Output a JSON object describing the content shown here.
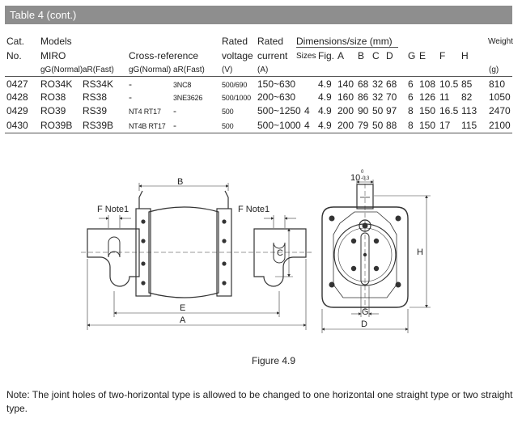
{
  "title": "Table 4 (cont.)",
  "header": {
    "cat": "Cat.",
    "no": "No.",
    "models": "Models",
    "miro": "MIRO",
    "cross_reference": "Cross-reference",
    "gg_normal": "gG(Normal)",
    "ar_fast": "aR(Fast)",
    "gg_normal_2": "gG(Normal)",
    "ar_fast_2": "aR(Fast)",
    "rated": "Rated",
    "voltage": "voltage",
    "volt_unit": "(V)",
    "rated_2": "Rated",
    "current": "current",
    "curr_unit": "(A)",
    "dimensions": "Dimensions/size (mm)",
    "sizes": "Sizes",
    "fig": "Fig.",
    "A": "A",
    "B": "B",
    "C": "C",
    "D": "D",
    "G": "G",
    "E": "E",
    "F": "F",
    "H": "H",
    "weight": "Weight",
    "weight_unit": "(g)"
  },
  "rows": [
    {
      "cat": "0427",
      "gg": "RO34K",
      "ar": "RS34K",
      "xgg": "-",
      "xar": "3NC8",
      "volt": "500/690",
      "curr": "150~630",
      "size": "",
      "fig": "4.9",
      "A": "140",
      "B": "68",
      "C": "32",
      "D": "68",
      "G": "6",
      "E": "108",
      "F": "10.5",
      "H": "85",
      "w": "810"
    },
    {
      "cat": "0428",
      "gg": "RO38",
      "ar": "RS38",
      "xgg": "-",
      "xar": "3NE3626",
      "volt": "500/1000",
      "curr": "200~630",
      "size": "",
      "fig": "4.9",
      "A": "160",
      "B": "86",
      "C": "32",
      "D": "70",
      "G": "6",
      "E": "126",
      "F": "11",
      "H": "82",
      "w": "1050"
    },
    {
      "cat": "0429",
      "gg": "RO39",
      "ar": "RS39",
      "xgg": "NT4 RT17",
      "xar": "-",
      "volt": "500",
      "curr": "500~1250",
      "size": "4",
      "fig": "4.9",
      "A": "200",
      "B": "90",
      "C": "50",
      "D": "97",
      "G": "8",
      "E": "150",
      "F": "16.5",
      "H": "113",
      "w": "2470"
    },
    {
      "cat": "0430",
      "gg": "RO39B",
      "ar": "RS39B",
      "xgg": "NT4B RT17",
      "xar": "-",
      "volt": "500",
      "curr": "500~1000",
      "size": "4",
      "fig": "4.9",
      "A": "200",
      "B": "79",
      "C": "50",
      "D": "88",
      "G": "8",
      "E": "150",
      "F": "17",
      "H": "115",
      "w": "2100"
    }
  ],
  "drawing": {
    "label_B": "B",
    "label_F_left": "F Note1",
    "label_F_right": "F Note1",
    "label_C": "C",
    "label_E": "E",
    "label_A": "A",
    "label_tol": "10",
    "label_tol_up": "0",
    "label_tol_down": "-0.3",
    "label_H": "H",
    "label_G": "G",
    "label_D": "D"
  },
  "caption": "Figure 4.9",
  "note": "Note: The joint holes of two-horizontal type is allowed to be changed to one horizontal one straight type or two straight type."
}
